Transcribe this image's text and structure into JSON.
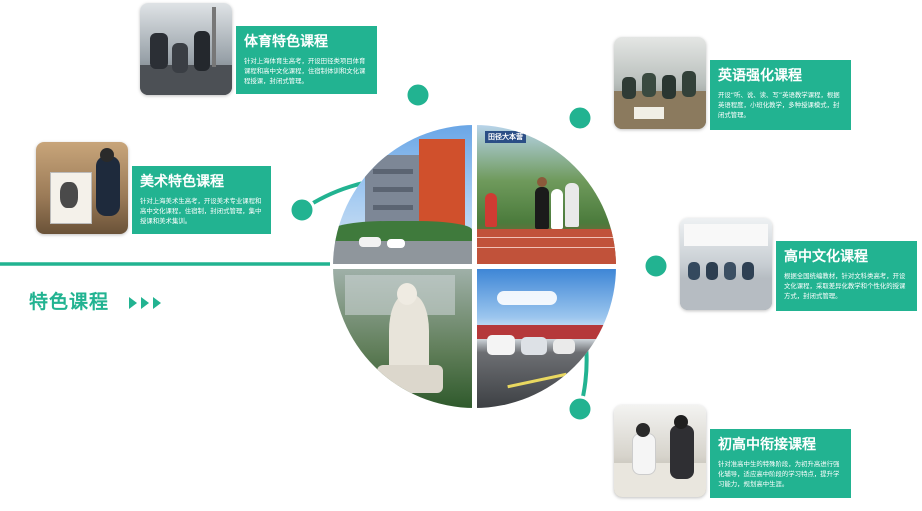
{
  "colors": {
    "accent": "#22b391",
    "card_text": "#ffffff"
  },
  "main": {
    "title": "特色课程",
    "arrows_icon": "triple-chevron-right-icon"
  },
  "center_photos": {
    "banner_text": "田径大本营"
  },
  "courses": [
    {
      "title": "体育特色课程",
      "desc": "针对上海体育生高考，开设田径类项目体育课程和高中文化课程，住宿制体训和文化课程授课，封闭式管理。"
    },
    {
      "title": "美术特色课程",
      "desc": "针对上海美术生高考，开设美术专业课程和高中文化课程，住宿制，封闭式管理，集中授课和美术集训。"
    },
    {
      "title": "英语强化课程",
      "desc": "开设“听、说、读、写”英语教学课程，根据英语程度，小班化教学，多种授课模式，封闭式管理。"
    },
    {
      "title": "高中文化课程",
      "desc": "根据全国统编教材，针对文科类高考，开设文化课程，采取差异化教学和个性化的授课方式，封闭式管理。"
    },
    {
      "title": "初高中衔接课程",
      "desc": "针对准高中生的特殊阶段，为初升高进行强化辅导，适应高中阶段的学习特点，提升学习能力，规划高中生涯。"
    }
  ]
}
